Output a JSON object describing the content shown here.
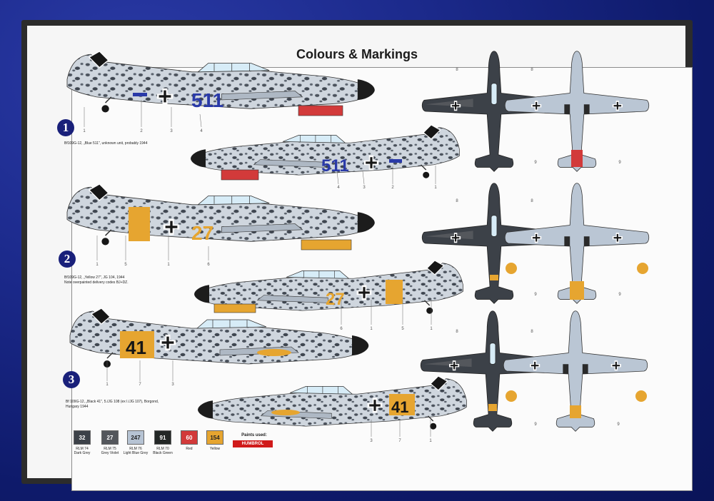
{
  "title": "Colours & Markings",
  "schemes": [
    {
      "number": "1",
      "caption_line1": "Bf109G-12, „Blue 511\", unknown unit, probably 1944",
      "caption_line2": "",
      "caption_line3": "",
      "code": "511",
      "code_color": "#2a3aa8"
    },
    {
      "number": "2",
      "caption_line1": "Bf109G-12, „Yellow 27\", JG 104, 1944",
      "caption_line2": "Note overpainted delivery codes BJ+DZ.",
      "caption_line3": "",
      "code": "27",
      "code_color": "#e6a530"
    },
    {
      "number": "3",
      "caption_line1": "Bf 109G-12, „Black 41\", 5./JG 108 (ex I./JG 107), Borgond,",
      "caption_line2": "Hungary 1944",
      "caption_line3": "",
      "code": "41",
      "code_color": "#1a1a1a"
    }
  ],
  "paints": [
    {
      "number": "32",
      "name": "RLM 74",
      "desc": "Dark Grey",
      "color": "#3c4148"
    },
    {
      "number": "27",
      "name": "RLM 75",
      "desc": "Grey Violet",
      "color": "#54575c"
    },
    {
      "number": "247",
      "name": "RLM 76",
      "desc": "Light Blue Grey",
      "color": "#b6c3d3"
    },
    {
      "number": "91",
      "name": "RLM 70",
      "desc": "Black Green",
      "color": "#232726"
    },
    {
      "number": "60",
      "name": "",
      "desc": "Red",
      "color": "#d23a3a"
    },
    {
      "number": "154",
      "name": "",
      "desc": "Yellow",
      "color": "#e6a530"
    }
  ],
  "paints_used_label": "Paints used:",
  "brand": "HUMBROL",
  "callouts": [
    "1",
    "2",
    "3",
    "4",
    "5",
    "6",
    "7",
    "8",
    "9"
  ],
  "colors": {
    "camo_light": "#cfd6de",
    "camo_dark": "#3f4650",
    "canopy": "#d7ecf7",
    "red": "#d23a3a",
    "yellow": "#e6a530",
    "black": "#161616"
  }
}
